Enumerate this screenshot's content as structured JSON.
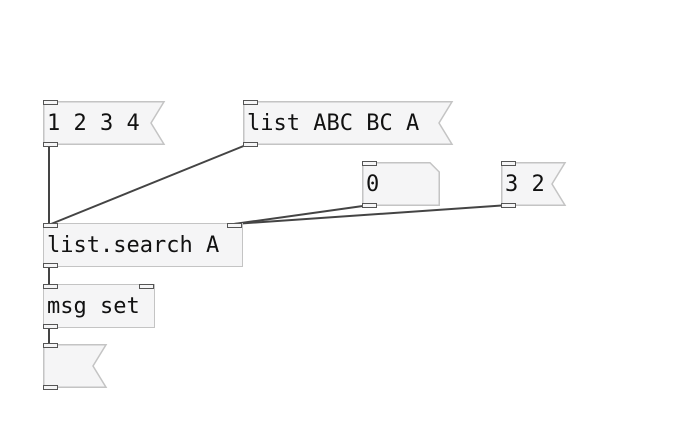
{
  "patch": {
    "messages": {
      "list_1234": "1 2 3 4",
      "list_abc": "list ABC BC A",
      "three_two": "3 2",
      "msg_set": "msg set"
    },
    "objects": {
      "list_search": "list.search A"
    },
    "numbers": {
      "number_box_value": "0"
    },
    "symbols": {
      "output_message": ""
    }
  }
}
